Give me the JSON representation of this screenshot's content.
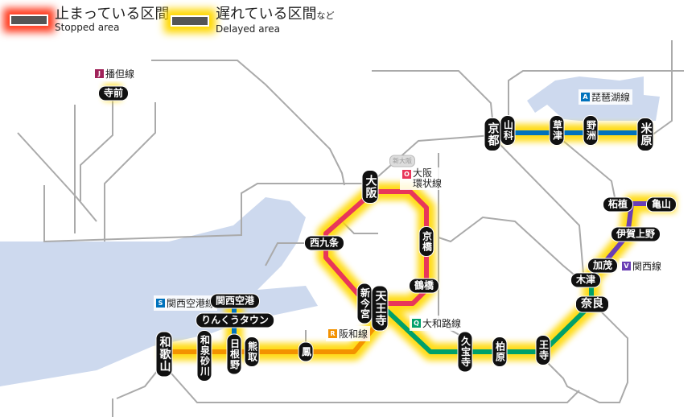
{
  "legend": {
    "stopped": {
      "jp": "止まっている区間",
      "en": "Stopped area",
      "color": "#ff3b1f"
    },
    "delayed": {
      "jp": "遅れている区間",
      "jp_suffix": "など",
      "en": "Delayed area",
      "color": "#ffd800"
    }
  },
  "lines": [
    {
      "id": "J",
      "name": "播但線",
      "color": "#a0235a"
    },
    {
      "id": "O",
      "name": "大阪環状線",
      "name_l1": "大阪",
      "name_l2": "環状線",
      "color": "#e8365a"
    },
    {
      "id": "A",
      "name": "琵琶湖線",
      "color": "#0072bc"
    },
    {
      "id": "V",
      "name": "関西線",
      "color": "#6a3fb5"
    },
    {
      "id": "S",
      "name": "関西空港線",
      "color": "#0072bc"
    },
    {
      "id": "R",
      "name": "阪和線",
      "color": "#f39200"
    },
    {
      "id": "Q",
      "name": "大和路線",
      "color": "#00a06a"
    }
  ],
  "stations": {
    "teramae": "寺前",
    "kyoto": "京都",
    "yamashina": "山科",
    "kusatsu": "草津",
    "yasu": "野洲",
    "maibara": "米原",
    "osaka": "大阪",
    "nishikujo": "西九条",
    "kyobashi": "京橋",
    "tsuruhashi": "鶴橋",
    "shinimamiya": "新今宮",
    "tennoji": "天王寺",
    "kansaikuko": "関西空港",
    "rinku": "りんくうタウン",
    "wakayama": "和歌山",
    "izumisunagawa": "和泉砂川",
    "hineno": "日根野",
    "kumatori": "熊取",
    "otori": "鳳",
    "kyuhoji": "久宝寺",
    "kashiwara": "柏原",
    "oji": "王寺",
    "nara": "奈良",
    "kizu": "木津",
    "kamo": "加茂",
    "iga": "伊賀上野",
    "tsuge": "柘植",
    "kameyama": "亀山",
    "shinosaka": "新大阪"
  }
}
